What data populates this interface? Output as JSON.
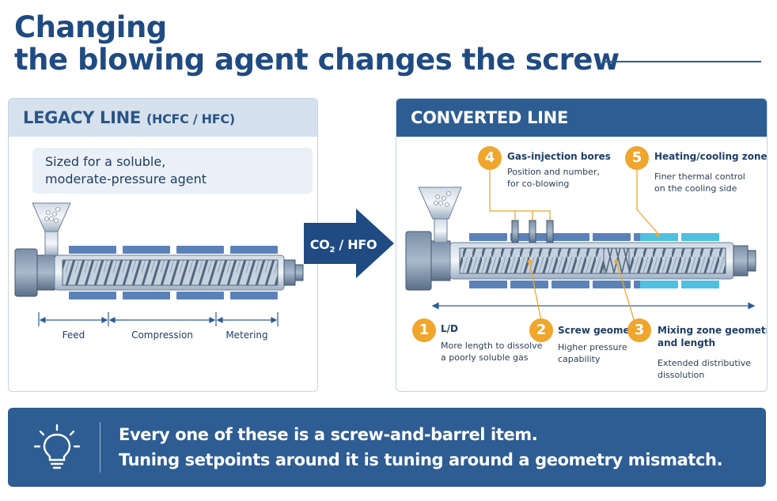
{
  "title": {
    "line1": "Changing",
    "line2": "the blowing agent changes the screw"
  },
  "legacy": {
    "heading": "LEGACY LINE",
    "subheading": "(HCFC / HFC)",
    "callout_line1": "Sized for a soluble,",
    "callout_line2": "moderate-pressure agent",
    "segments": [
      "Feed",
      "Compression",
      "Metering"
    ]
  },
  "transition": {
    "label_co": "CO",
    "label_sub": "2",
    "label_rest": " / HFO"
  },
  "converted": {
    "heading": "CONVERTED LINE",
    "items": [
      {
        "number": "1",
        "title": "L/D",
        "desc_line1": "More length to dissolve",
        "desc_line2": "a poorly soluble gas"
      },
      {
        "number": "2",
        "title": "Screw geometry",
        "desc_line1": "Higher pressure",
        "desc_line2": "capability"
      },
      {
        "number": "3",
        "title": "Mixing zone geometry",
        "title_line2": "and length",
        "desc_line1": "Extended distributive",
        "desc_line2": "dissolution"
      },
      {
        "number": "4",
        "title": "Gas-injection bores",
        "desc_line1": "Position and number,",
        "desc_line2": "for co-blowing"
      },
      {
        "number": "5",
        "title": "Heating/cooling zones",
        "desc_line1": "Finer thermal control",
        "desc_line2": "on the cooling side"
      }
    ]
  },
  "banner": {
    "line1": "Every one of these is a screw-and-barrel item.",
    "line2": "Tuning setpoints around it is tuning around a geometry mismatch."
  },
  "colors": {
    "navy": "#1f4b82",
    "header_blue": "#2d5d93",
    "heater_blue": "#5b82b8",
    "cooling_cyan": "#4fc0e0",
    "accent_orange": "#f0a52c"
  }
}
